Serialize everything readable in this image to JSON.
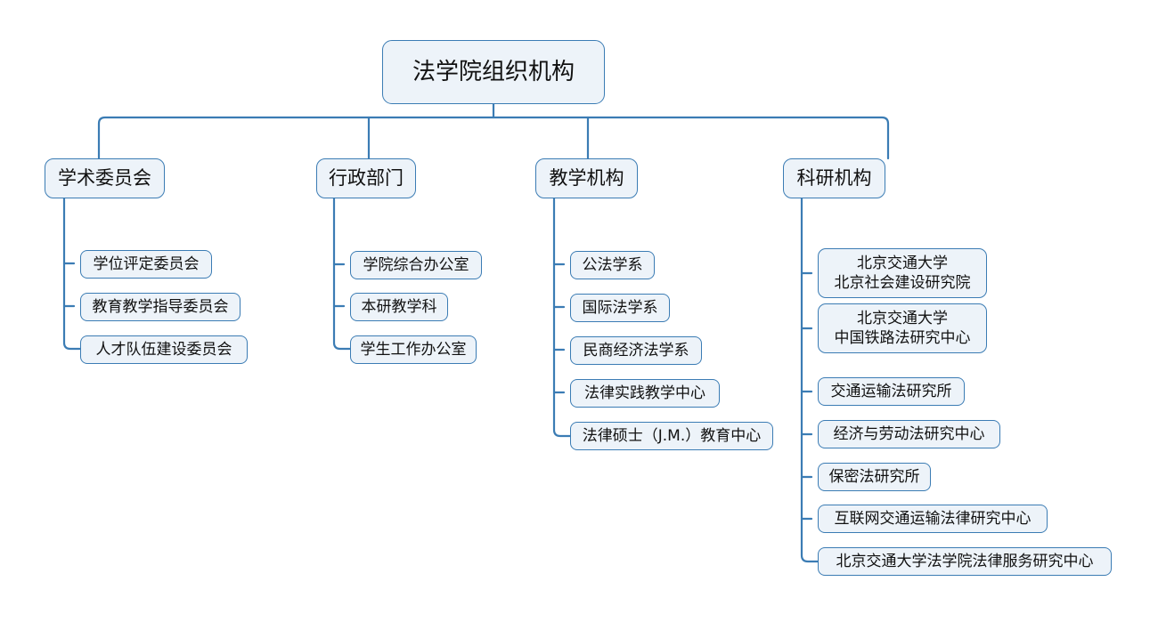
{
  "diagram": {
    "title": "法学院组织机构",
    "type": "organization-chart",
    "colors": {
      "node_border": "#3B7CB4",
      "node_fill": "#EDF3F9",
      "connector": "#3B7CB4",
      "text": "#111111",
      "background": "#FFFFFF"
    },
    "root": {
      "label": "法学院组织机构"
    },
    "branches": [
      {
        "label": "学术委员会",
        "children": [
          {
            "label": "学位评定委员会"
          },
          {
            "label": "教育教学指导委员会"
          },
          {
            "label": "人才队伍建设委员会"
          }
        ]
      },
      {
        "label": "行政部门",
        "children": [
          {
            "label": "学院综合办公室"
          },
          {
            "label": "本研教学科"
          },
          {
            "label": "学生工作办公室"
          }
        ]
      },
      {
        "label": "教学机构",
        "children": [
          {
            "label": "公法学系"
          },
          {
            "label": "国际法学系"
          },
          {
            "label": "民商经济法学系"
          },
          {
            "label": "法律实践教学中心"
          },
          {
            "label": "法律硕士（J.M.）教育中心"
          }
        ]
      },
      {
        "label": "科研机构",
        "children": [
          {
            "label": "北京交通大学\n北京社会建设研究院"
          },
          {
            "label": "北京交通大学\n中国铁路法研究中心"
          },
          {
            "label": "交通运输法研究所"
          },
          {
            "label": "经济与劳动法研究中心"
          },
          {
            "label": "保密法研究所"
          },
          {
            "label": "互联网交通运输法律研究中心"
          },
          {
            "label": "北京交通大学法学院法律服务研究中心"
          }
        ]
      }
    ]
  }
}
